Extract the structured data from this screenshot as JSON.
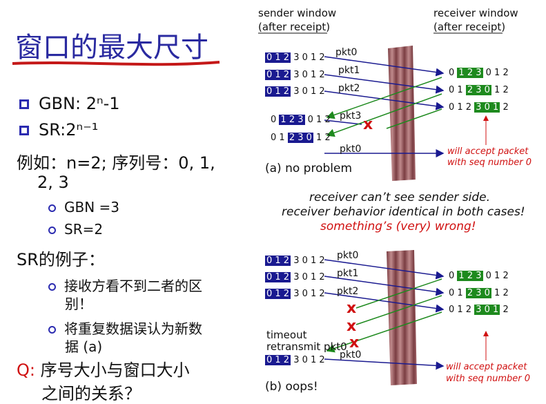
{
  "title": "窗口的最大尺寸",
  "left": {
    "b1": "GBN: 2ⁿ-1",
    "b2": "SR:2ⁿ⁻¹",
    "ex1": "例如：n=2; 序列号：0, 1,",
    "ex2": "2, 3",
    "s1": "GBN =3",
    "s2": "SR=2",
    "srex": "SR的例子：",
    "p1a": "接收方看不到二者的区",
    "p1b": "别！",
    "p2a": "将重复数据误认为新数",
    "p2b": "据 (a)",
    "q_label": "Q:",
    "q1": "序号大小与窗口大小",
    "q2": "之间的关系？"
  },
  "diagram": {
    "sender_window": "sender window",
    "after_receipt": "(after receipt)",
    "receiver_window": "receiver window",
    "pkt0": "pkt0",
    "pkt1": "pkt1",
    "pkt2": "pkt2",
    "pkt3": "pkt3",
    "x": "x",
    "will_accept1": "will accept packet",
    "will_accept2": "with seq number 0",
    "a_label": "(a) no problem",
    "msg1": "receiver can’t see sender side.",
    "msg2": "receiver behavior identical in both cases!",
    "msg3": "something’s (very) wrong!",
    "timeout": "timeout",
    "retransmit": "retransmit pkt0",
    "b_label": "(b) oops!",
    "seq_hi_012": "0 1 2",
    "seq_rest_3012": "3 0 1 2",
    "seq_0": "0",
    "seq_01": "0 1",
    "seq_012": "0 1 2",
    "seq_123": "1 2 3",
    "seq_230": "2 3 0",
    "seq_301": "3 0 1",
    "seq_012_tail": "0 1 2",
    "seq_12": "1 2",
    "seq_2": "2",
    "colors": {
      "blue_window": "#1a1a90",
      "green_window": "#1e8a1e",
      "red": "#d01010",
      "curtain": "#9a5a5e"
    }
  }
}
